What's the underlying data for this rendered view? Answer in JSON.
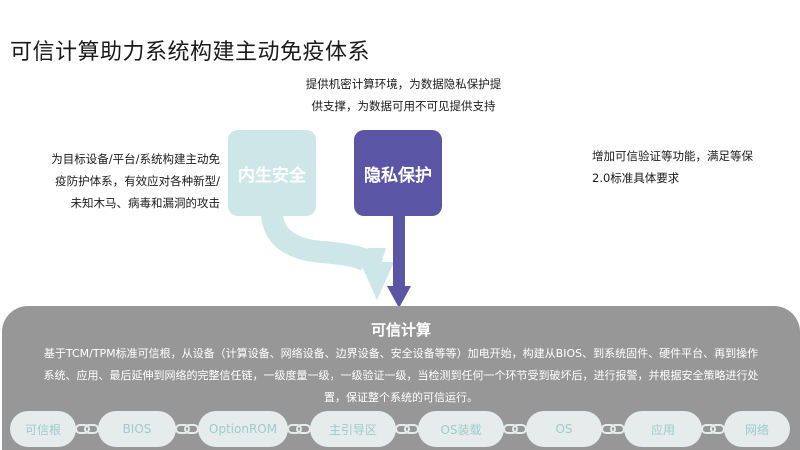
{
  "title": "可信计算助力系统构建主动免疫体系",
  "desc_top": [
    "提供机密计算环境，为数据隐私保护提",
    "供支撑，为数据可用不可见提供支持"
  ],
  "desc_left": [
    "为目标设备/平台/系统构建主动免",
    "疫防护体系，有效应对各种新型/",
    "未知木马、病毒和漏洞的攻击"
  ],
  "desc_right": [
    "增加可信验证等功能，满足等保",
    "2.0标准具体要求"
  ],
  "boxes": {
    "inner_security": "内生安全",
    "privacy": "隐私保护"
  },
  "colors": {
    "teal": "#cde6e8",
    "purple": "#5a55a4",
    "gray": "#979797"
  },
  "base": {
    "title": "可信计算",
    "lines": [
      "基于TCM/TPM标准可信根，从设备（计算设备、网络设备、边界设备、安全设备等等）加电开始，构建从BIOS、到系统固件、硬件平台、再到操作",
      "系统、应用、最后延伸到网络的完整信任链，一级度量一级，一级验证一级，当检测到任何一个环节受到破坏后，进行报警，并根据安全策略进行处",
      "置，保证整个系统的可信运行。"
    ]
  },
  "chain": [
    "可信根",
    "BIOS",
    "OptionROM",
    "主引导区",
    "OS装载",
    "OS",
    "应用",
    "网络"
  ]
}
